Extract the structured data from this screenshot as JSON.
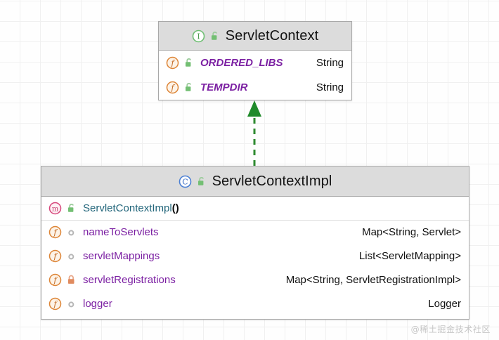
{
  "diagram": {
    "type": "uml-class-diagram",
    "background": "#fefefe",
    "grid_color": "#e2e2e2",
    "relationship": {
      "kind": "realization",
      "line_style": "dashed",
      "color": "#2e8b30",
      "from": "ServletContextImpl",
      "to": "ServletContext",
      "arrowhead": "filled-triangle"
    },
    "classes": [
      {
        "id": "servlet-context",
        "name": "ServletContext",
        "stereotype": "interface",
        "kind_icon": "interface-icon",
        "visibility_icon": "unlock-icon",
        "header_bg": "#dcdcdc",
        "sections": [
          {
            "members": [
              {
                "kind_icon": "field-icon",
                "visibility_icon": "unlock-icon",
                "name": "ORDERED_LIBS",
                "type": "String",
                "static": true,
                "name_color": "#7b1fa2"
              },
              {
                "kind_icon": "field-icon",
                "visibility_icon": "unlock-icon",
                "name": "TEMPDIR",
                "type": "String",
                "static": true,
                "name_color": "#7b1fa2"
              }
            ]
          }
        ]
      },
      {
        "id": "servlet-context-impl",
        "name": "ServletContextImpl",
        "stereotype": "class",
        "kind_icon": "class-icon",
        "visibility_icon": "unlock-icon",
        "header_bg": "#dcdcdc",
        "sections": [
          {
            "members": [
              {
                "kind_icon": "method-icon",
                "visibility_icon": "unlock-icon",
                "name": "ServletContextImpl",
                "suffix": "()",
                "type": "",
                "static": false,
                "name_color": "#21657a"
              }
            ]
          },
          {
            "members": [
              {
                "kind_icon": "field-icon",
                "visibility_icon": "package-private-icon",
                "name": "nameToServlets",
                "type": "Map<String, Servlet>",
                "static": false,
                "name_color": "#7b1fa2"
              },
              {
                "kind_icon": "field-icon",
                "visibility_icon": "package-private-icon",
                "name": "servletMappings",
                "type": "List<ServletMapping>",
                "static": false,
                "name_color": "#7b1fa2"
              },
              {
                "kind_icon": "field-icon",
                "visibility_icon": "lock-icon",
                "name": "servletRegistrations",
                "type": "Map<String, ServletRegistrationImpl>",
                "static": false,
                "name_color": "#7b1fa2"
              },
              {
                "kind_icon": "field-icon",
                "visibility_icon": "package-private-icon",
                "name": "logger",
                "type": "Logger",
                "static": false,
                "name_color": "#7b1fa2"
              }
            ]
          }
        ]
      }
    ]
  },
  "watermark": {
    "text": "@稀土掘金技术社区"
  }
}
